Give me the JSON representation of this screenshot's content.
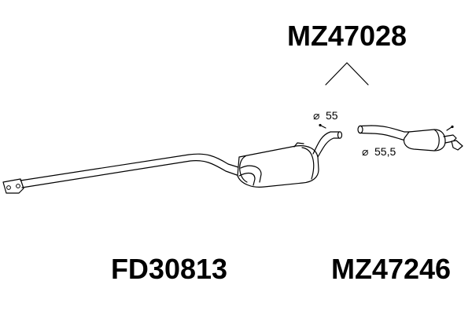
{
  "labels": {
    "top_part_number": "MZ47028",
    "front_part_number": "FD30813",
    "rear_part_number": "MZ47246"
  },
  "dimensions": {
    "middle_pipe_diameter": "55",
    "rear_pipe_diameter": "55,5",
    "diameter_symbol": "⌀"
  },
  "colors": {
    "line": "#000000",
    "background": "#ffffff"
  }
}
